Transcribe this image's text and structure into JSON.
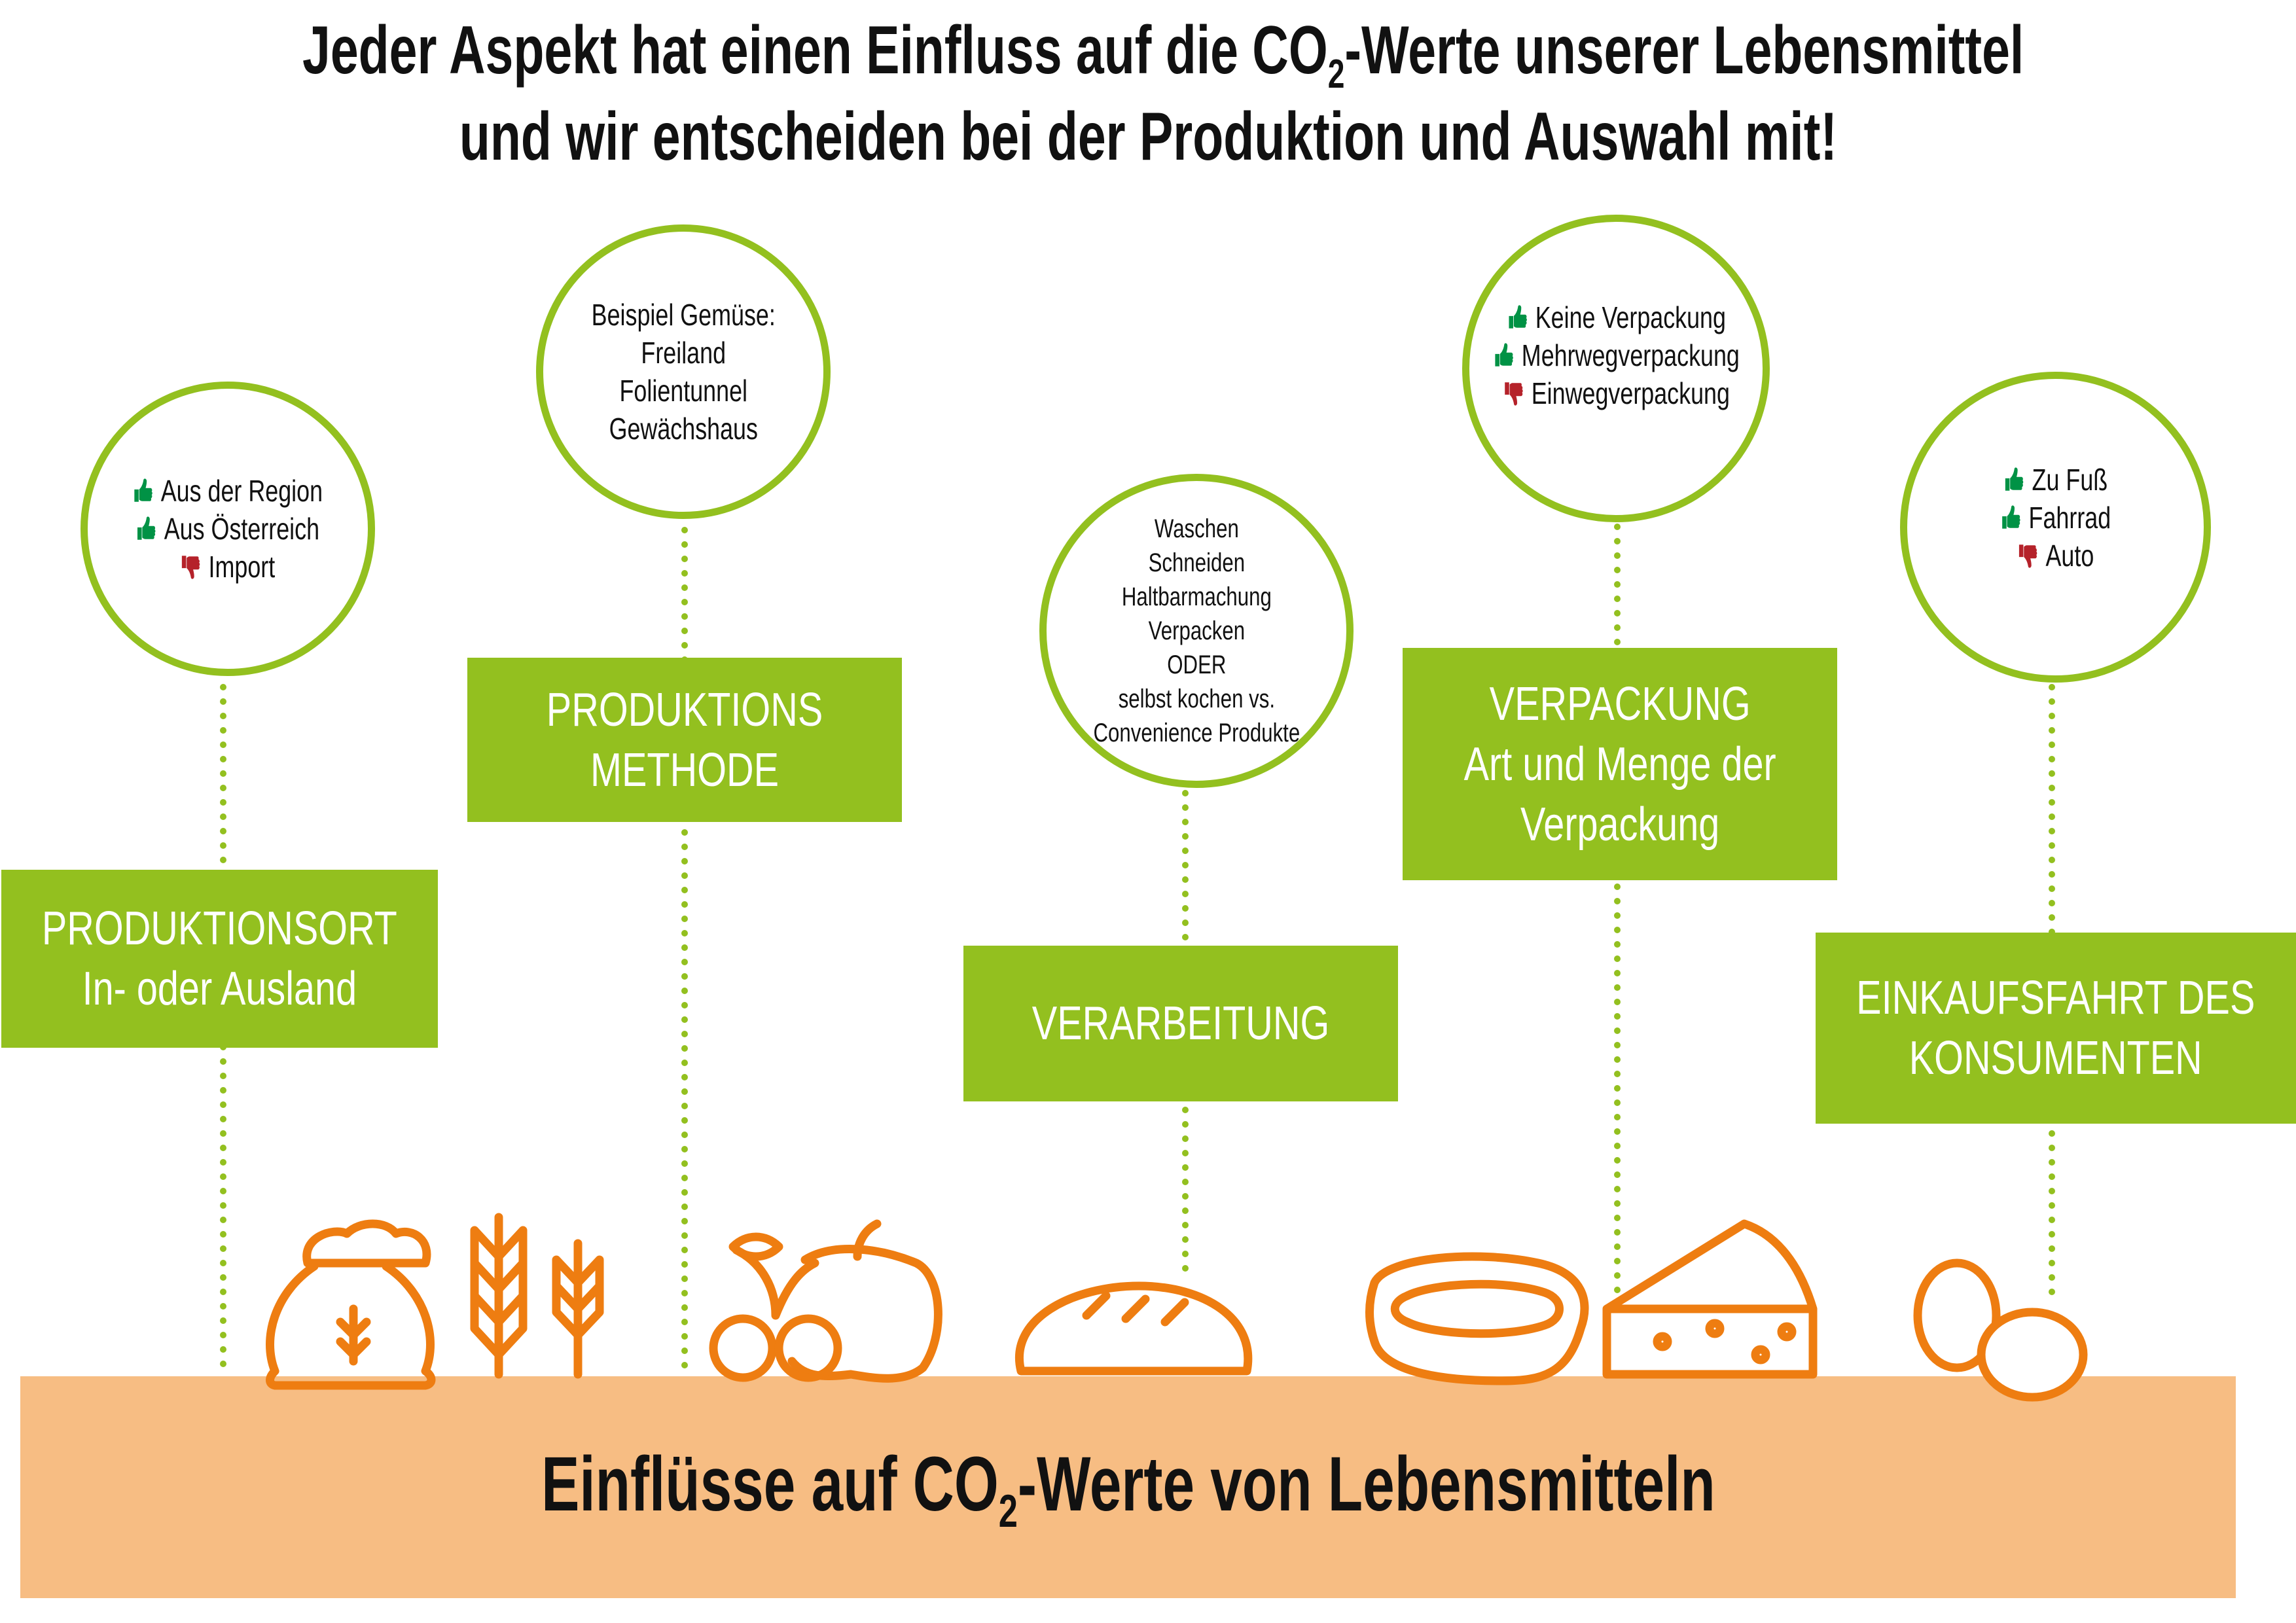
{
  "header": {
    "line1_pre": "Jeder Aspekt hat einen Einfluss auf die CO",
    "line1_sub": "2",
    "line1_post": "-Werte unserer Lebensmittel",
    "line2": "und wir entscheiden bei der Produktion und Auswahl mit!"
  },
  "colors": {
    "green": "#93c01f",
    "thumb_up": "#009245",
    "thumb_down": "#b5222a",
    "food_icon": "#ee7d11",
    "band": "#f7bd83"
  },
  "aspects": [
    {
      "box": [
        "PRODUKTIONSORT",
        "In- oder Ausland"
      ],
      "circle": [
        {
          "text": "Aus der Region",
          "icon": "thumbs-up"
        },
        {
          "text": "Aus Österreich",
          "icon": "thumbs-up"
        },
        {
          "text": "Import",
          "icon": "thumbs-down"
        }
      ]
    },
    {
      "box": [
        "PRODUKTIONS",
        "METHODE"
      ],
      "circle": [
        {
          "text": "Beispiel Gemüse:"
        },
        {
          "text": "Freiland"
        },
        {
          "text": "Folientunnel"
        },
        {
          "text": "Gewächshaus"
        }
      ]
    },
    {
      "box": [
        "VERARBEITUNG"
      ],
      "circle": [
        {
          "text": "Waschen"
        },
        {
          "text": "Schneiden"
        },
        {
          "text": "Haltbarmachung"
        },
        {
          "text": "Verpacken"
        },
        {
          "text": "ODER"
        },
        {
          "text": "selbst kochen vs."
        },
        {
          "text": "Convenience Produkte"
        }
      ]
    },
    {
      "box": [
        "VERPACKUNG",
        "Art und Menge der",
        "Verpackung"
      ],
      "circle": [
        {
          "text": "Keine Verpackung",
          "icon": "thumbs-up"
        },
        {
          "text": "Mehrwegverpackung",
          "icon": "thumbs-up"
        },
        {
          "text": "Einwegverpackung",
          "icon": "thumbs-down"
        }
      ]
    },
    {
      "box": [
        "EINKAUFSFAHRT DES",
        "KONSUMENTEN"
      ],
      "circle": [
        {
          "text": "Zu Fuß",
          "icon": "thumbs-up"
        },
        {
          "text": "Fahrrad",
          "icon": "thumbs-up"
        },
        {
          "text": "Auto",
          "icon": "thumbs-down"
        }
      ]
    }
  ],
  "footer": {
    "pre": "Einflüsse auf CO",
    "sub": "2",
    "post": "-Werte von Lebensmitteln"
  }
}
